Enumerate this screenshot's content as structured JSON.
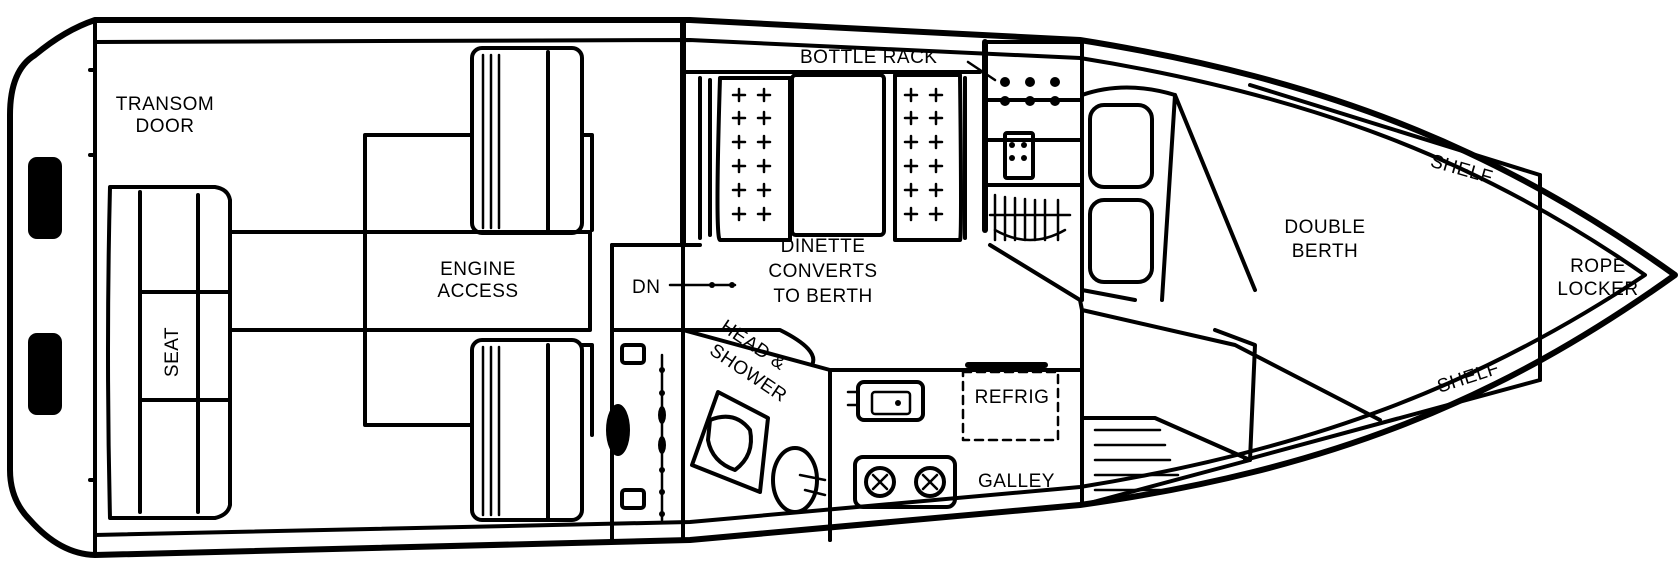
{
  "labels": {
    "transom_door": [
      "TRANSOM",
      "DOOR"
    ],
    "seat": "SEAT",
    "engine_access": [
      "ENGINE",
      "ACCESS"
    ],
    "bottle_rack": "BOTTLE RACK",
    "dinette": [
      "DINETTE",
      "CONVERTS",
      "TO BERTH"
    ],
    "dn": "DN",
    "head_shower": [
      "HEAD &",
      "SHOWER"
    ],
    "refrig": "REFRIG",
    "galley": "GALLEY",
    "double_berth": [
      "DOUBLE",
      "BERTH"
    ],
    "shelf_upper": "SHELF",
    "shelf_lower": "SHELF",
    "rope_locker": [
      "ROPE",
      "LOCKER"
    ]
  }
}
